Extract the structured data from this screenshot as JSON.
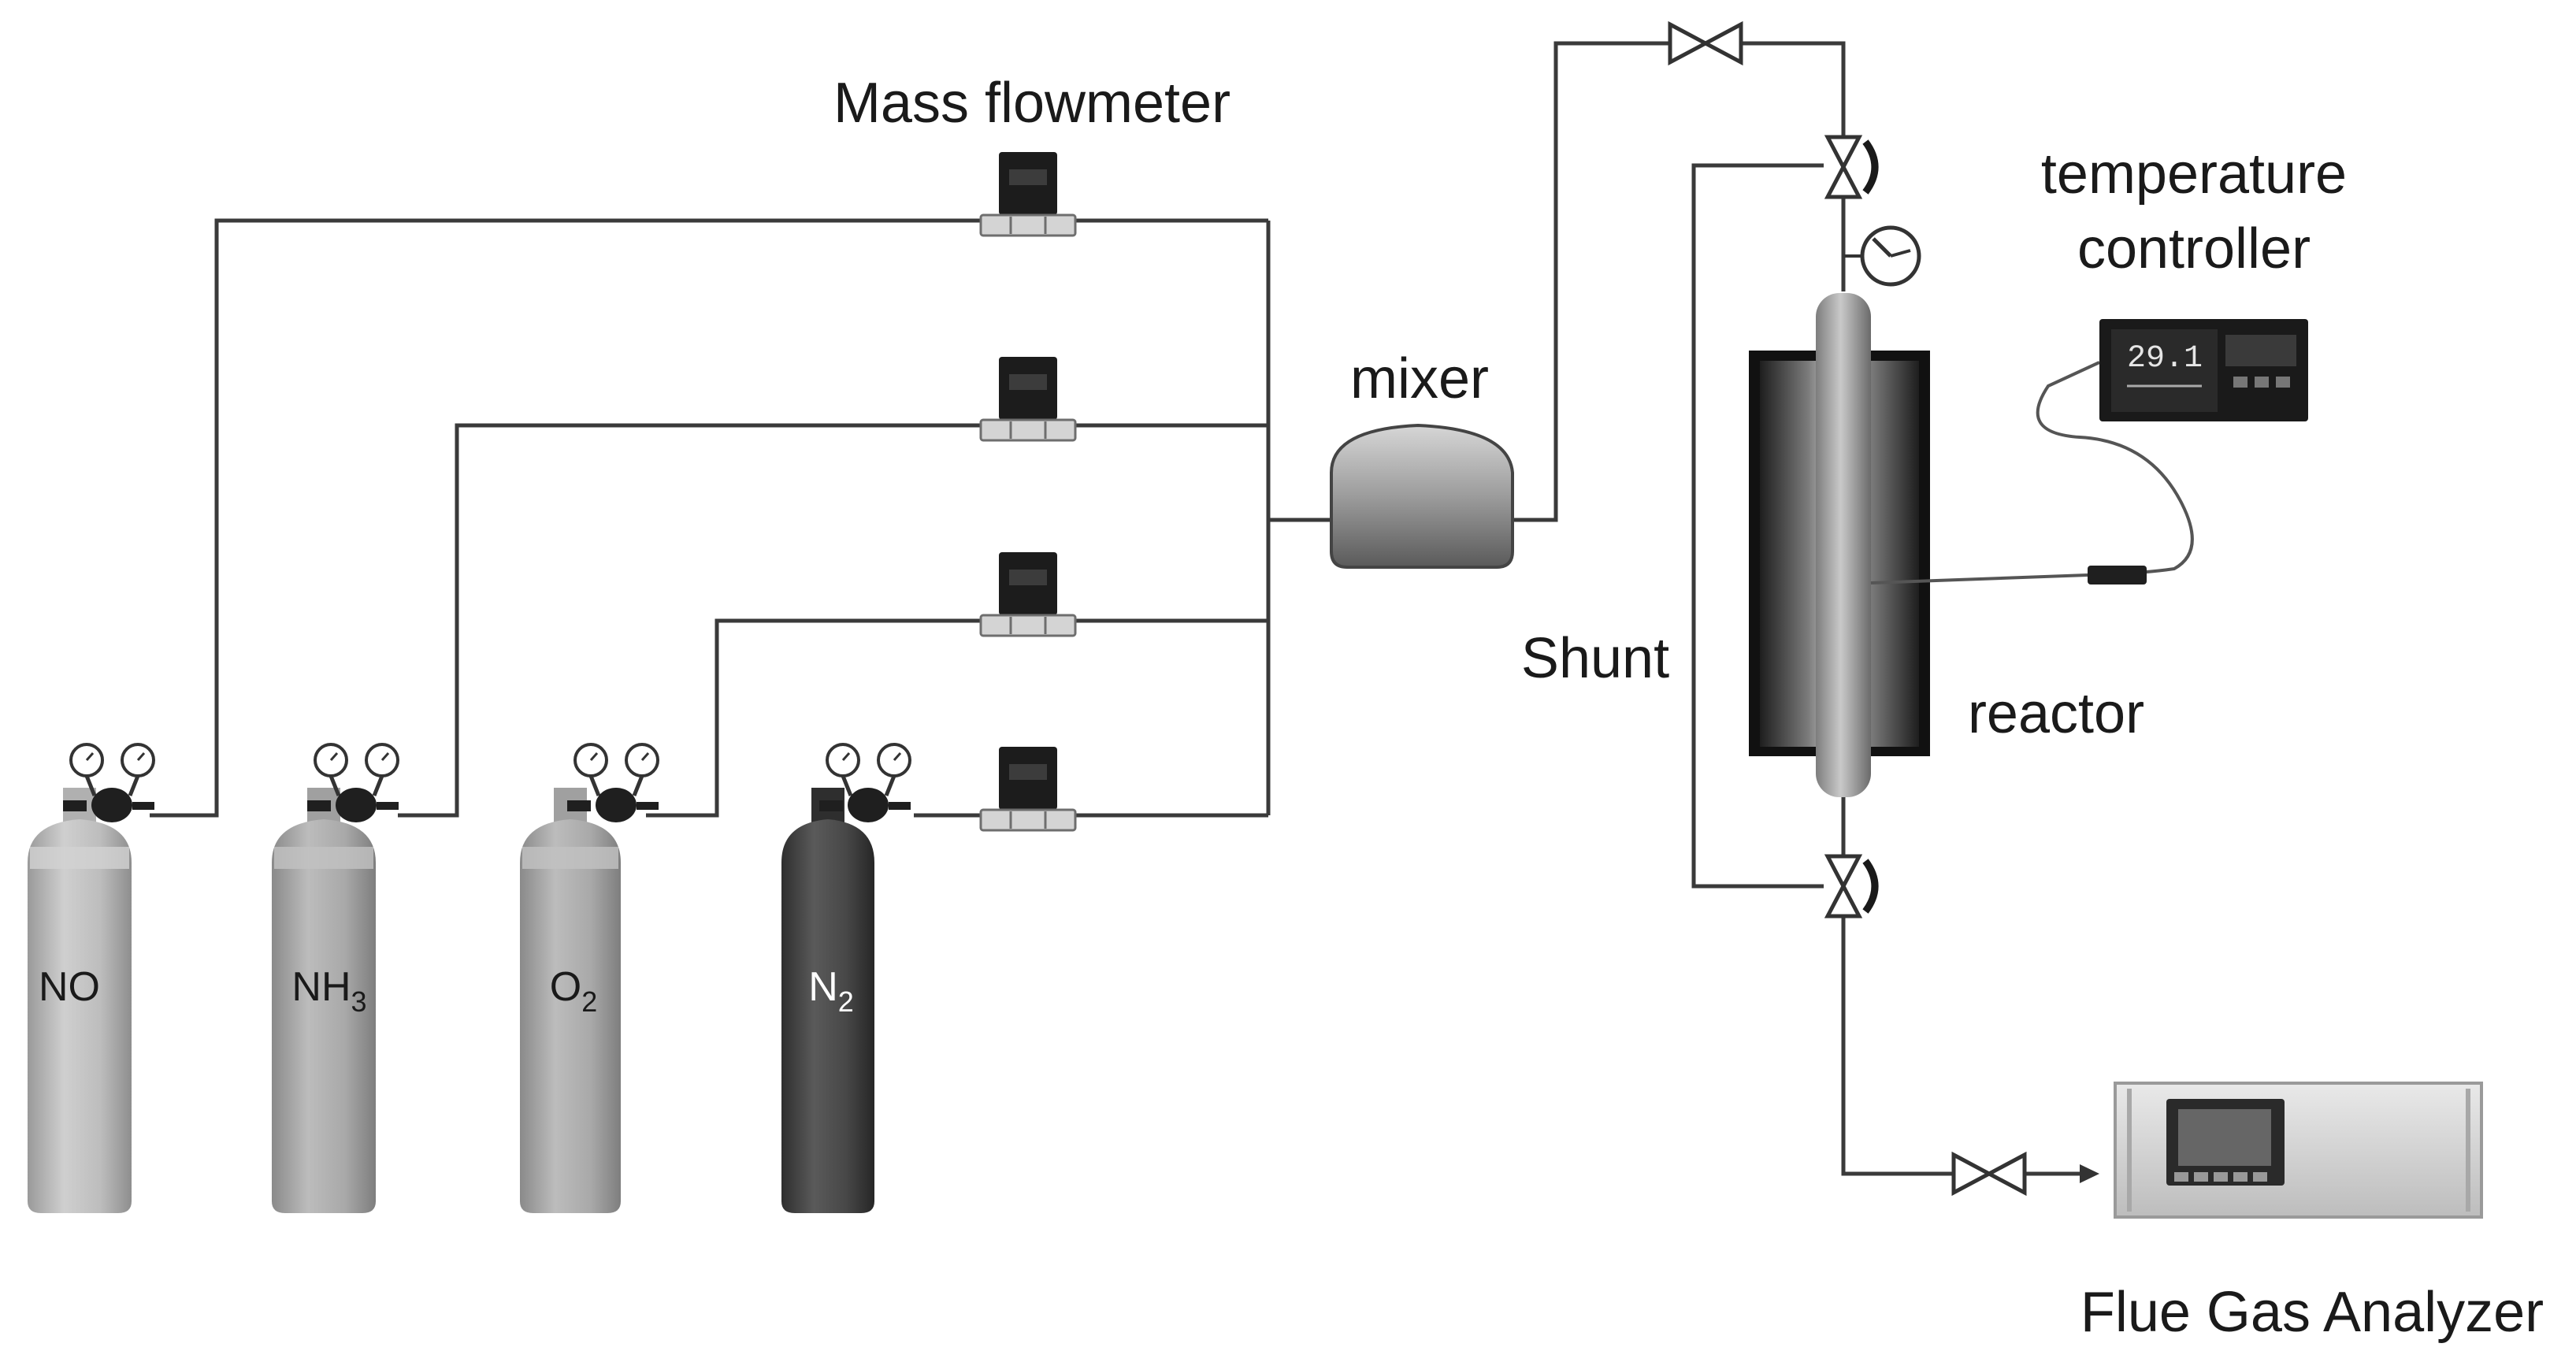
{
  "labels": {
    "mass_flowmeter": "Mass flowmeter",
    "mixer": "mixer",
    "temperature_controller_line1": "temperature",
    "temperature_controller_line2": "controller",
    "shunt": "Shunt",
    "reactor": "reactor",
    "flue_gas_analyzer": "Flue Gas Analyzer"
  },
  "cylinders": [
    {
      "base": "NO",
      "sub": ""
    },
    {
      "base": "NH",
      "sub": "3"
    },
    {
      "base": "O",
      "sub": "2"
    },
    {
      "base": "N",
      "sub": "2"
    }
  ],
  "controller_display": {
    "value": "29.1"
  },
  "colors": {
    "cylinder_light": "#b8b8b8",
    "cylinder_mid": "#a9a9a9",
    "cylinder_dark": "#4a4a4a",
    "pipe": "#3a3a3a"
  }
}
